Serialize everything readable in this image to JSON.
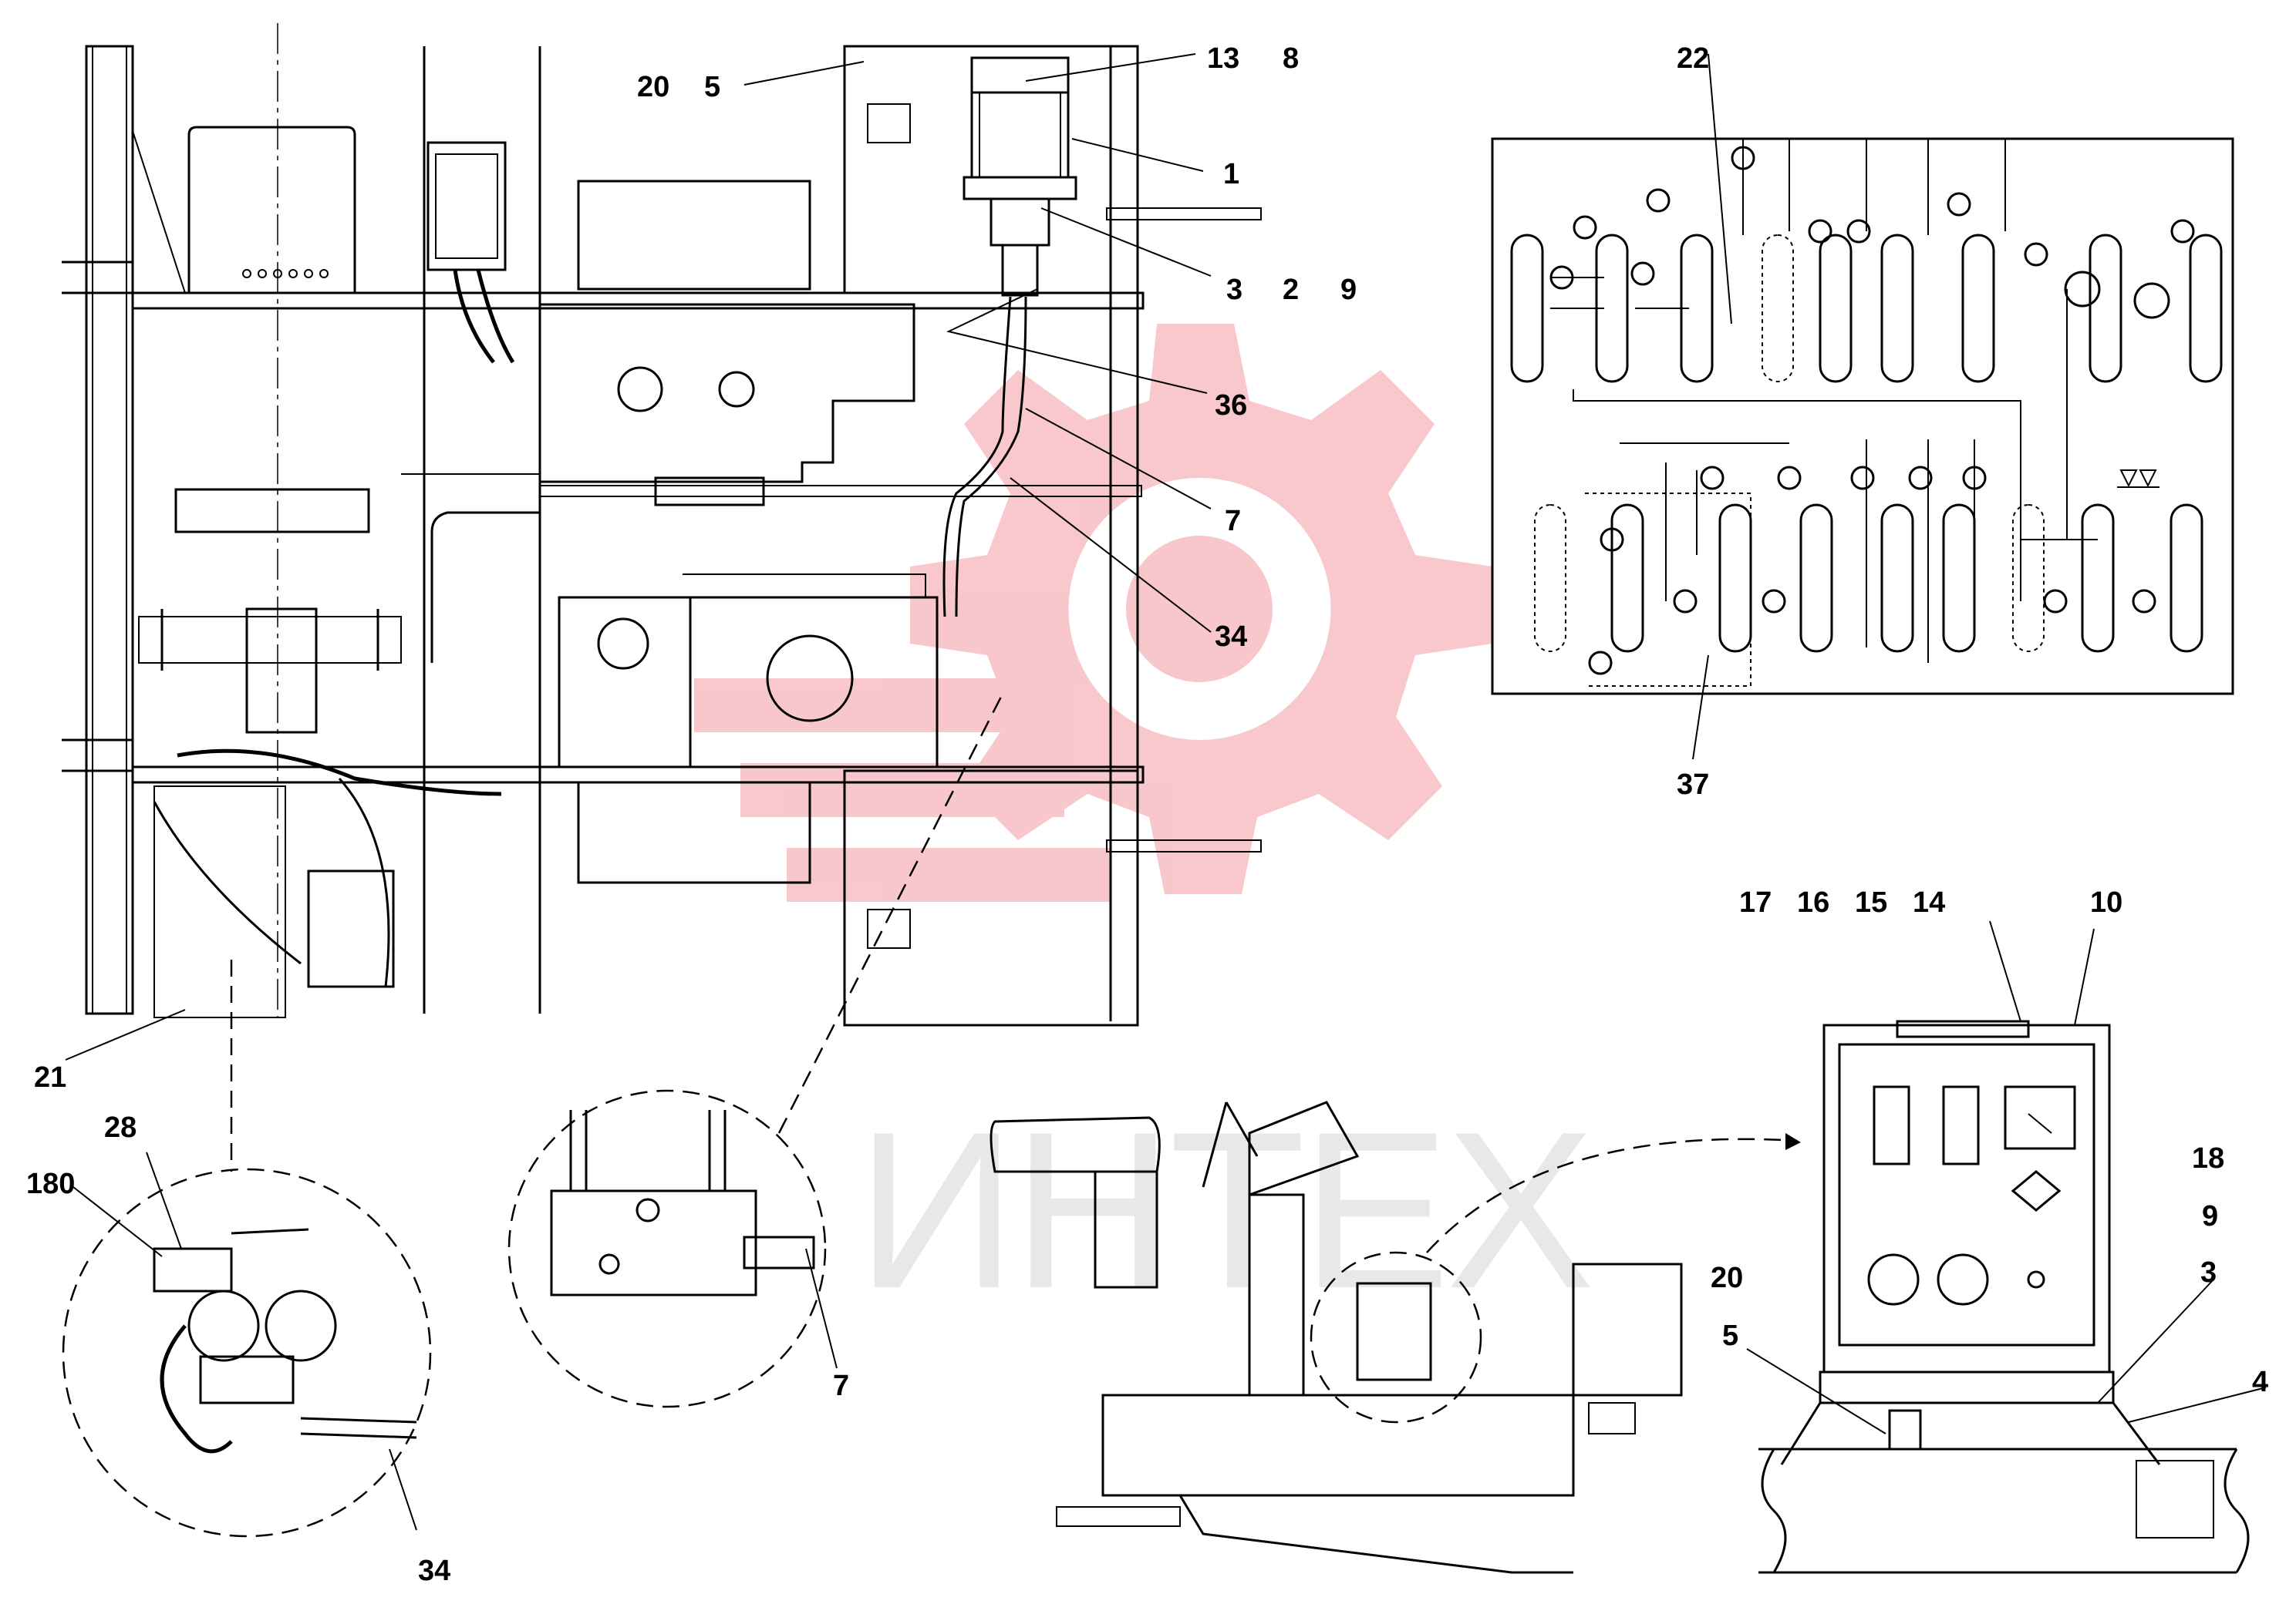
{
  "callouts": {
    "c20_top": "20",
    "c5_top": "5",
    "c13": "13",
    "c8": "8",
    "c1": "1",
    "c3": "3",
    "c2": "2",
    "c9": "9",
    "c36": "36",
    "c7": "7",
    "c34": "34",
    "c22": "22",
    "c37": "37",
    "c21": "21",
    "c28": "28",
    "c180": "180",
    "c34_bottom": "34",
    "c7_bottom": "7",
    "c17": "17",
    "c16": "16",
    "c15": "15",
    "c14": "14",
    "c10": "10",
    "c18": "18",
    "c9_right": "9",
    "c20_right": "20",
    "c5_right": "5",
    "c3_right": "3",
    "c4": "4"
  },
  "watermark": {
    "text": "ИНТЕХ",
    "color": "#f4a0a8"
  }
}
